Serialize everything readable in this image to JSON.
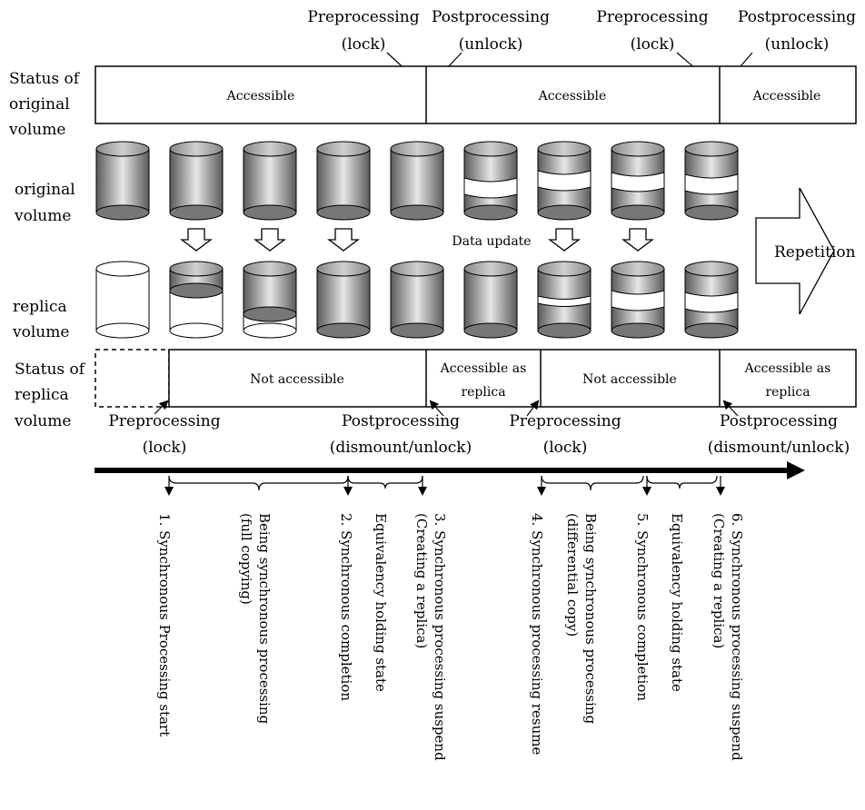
{
  "top_annotations": [
    {
      "line1": "Preprocessing",
      "line2": "(lock)"
    },
    {
      "line1": "Postprocessing",
      "line2": "(unlock)"
    },
    {
      "line1": "Preprocessing",
      "line2": "(lock)"
    },
    {
      "line1": "Postprocessing",
      "line2": "(unlock)"
    }
  ],
  "original_status": {
    "label_lines": [
      "Status of",
      "original",
      "volume"
    ],
    "segments": [
      "Accessible",
      "Accessible",
      "Accessible"
    ]
  },
  "original_volume_label": [
    "original",
    "volume"
  ],
  "replica_volume_label": [
    "replica",
    "volume"
  ],
  "data_update_label": "Data update",
  "repetition_label": "Repetition",
  "replica_status": {
    "label_lines": [
      "Status of",
      "replica",
      "volume"
    ],
    "segments": [
      {
        "line1": "Not accessible",
        "line2": ""
      },
      {
        "line1": "Accessible as",
        "line2": "replica"
      },
      {
        "line1": "Not accessible",
        "line2": ""
      },
      {
        "line1": "Accessible as",
        "line2": "replica"
      }
    ]
  },
  "bottom_annotations": [
    {
      "line1": "Preprocessing",
      "line2": "(lock)"
    },
    {
      "line1": "Postprocessing",
      "line2": "(dismount/unlock)"
    },
    {
      "line1": "Preprocessing",
      "line2": "(lock)"
    },
    {
      "line1": "Postprocessing",
      "line2": "(dismount/unlock)"
    }
  ],
  "timeline_labels": [
    "1. Synchronous Processing start",
    "Being synchronous processing",
    "(full copying)",
    "2. Synchronous completion",
    "Equivalency holding state",
    "3. Synchronous processing suspend",
    "(Creating a replica)",
    "4. Synchronous processing resume",
    "Being synchronous processing",
    "(differential copy)",
    "5. Synchronous completion",
    "Equivalency holding state",
    "6. Synchronous processing suspend",
    "(Creating a replica)"
  ],
  "colors": {
    "ink": "#000000",
    "cylinder_dark": "#5a5a5a",
    "cylinder_light": "#e6e6e6",
    "band": "#ffffff"
  }
}
